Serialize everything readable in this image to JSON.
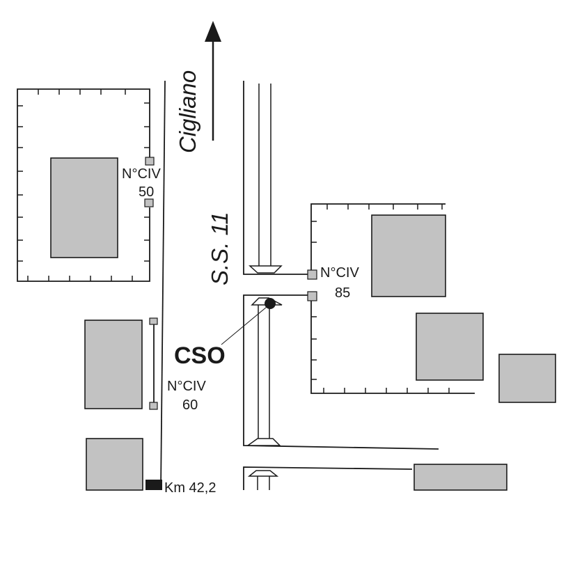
{
  "map": {
    "direction_label": "Cigliano",
    "road_label": "S.S. 11",
    "station_label": "CSO",
    "km_marker_label": "Km 42,2",
    "house_numbers": [
      {
        "line1": "N°CIV",
        "line2": "50"
      },
      {
        "line1": "N°CIV",
        "line2": "60"
      },
      {
        "line1": "N°CIV",
        "line2": "85"
      }
    ],
    "colors": {
      "building_fill": "#c2c2c2",
      "line": "#1a1a1a",
      "km_marker": "#1a1a1a"
    }
  }
}
